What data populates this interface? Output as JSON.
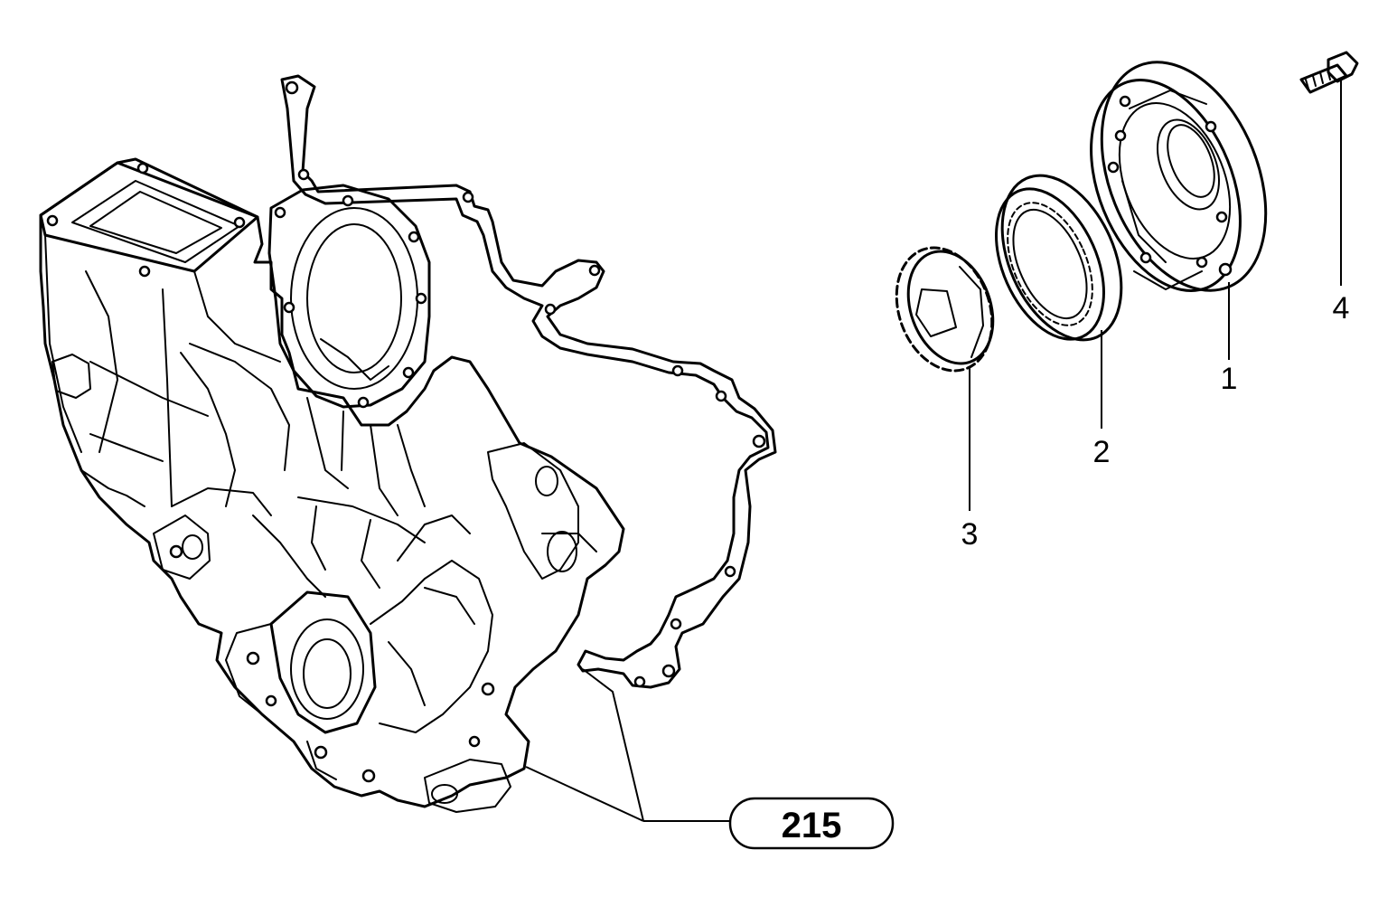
{
  "callouts": [
    {
      "id": "1",
      "label": "1"
    },
    {
      "id": "2",
      "label": "2"
    },
    {
      "id": "3",
      "label": "3"
    },
    {
      "id": "4",
      "label": "4"
    }
  ],
  "reference": {
    "label": "215"
  }
}
